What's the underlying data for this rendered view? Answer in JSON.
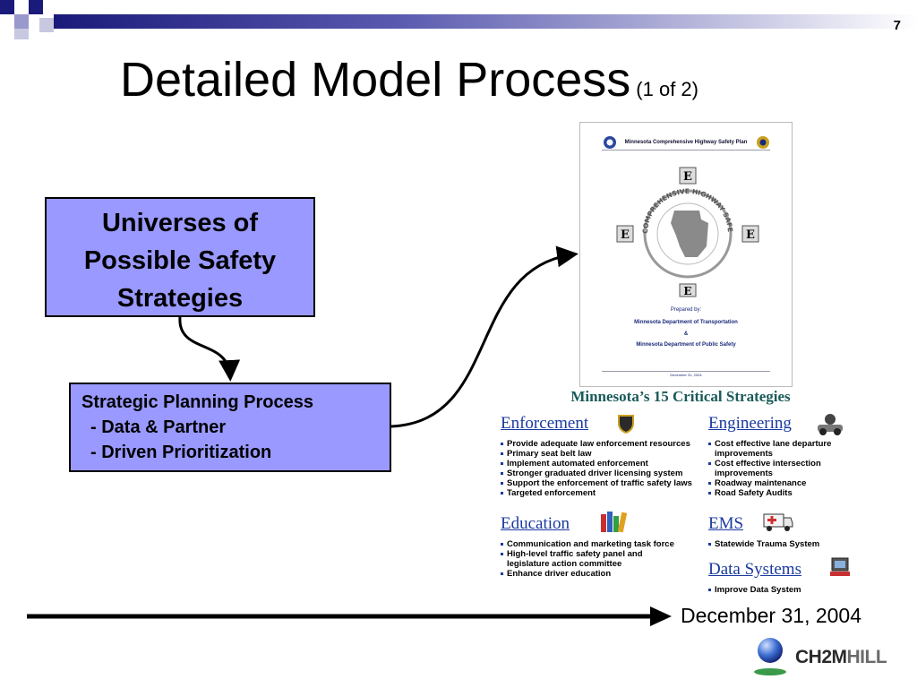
{
  "slide": {
    "page_number": "7",
    "title": "Detailed Model Process",
    "title_suffix": "(1 of 2)"
  },
  "boxes": {
    "universes": {
      "line1": "Universes of",
      "line2": "Possible Safety",
      "line3": "Strategies"
    },
    "planning": {
      "line1": "Strategic Planning Process",
      "line2": "- Data & Partner",
      "line3": "- Driven Prioritization"
    }
  },
  "cover": {
    "header": "Minnesota Comprehensive Highway Safety Plan",
    "seal_text": "COMPREHENSIVE HIGHWAY SAFETY PLAN",
    "e_letter": "E",
    "prepared_by": "Prepared by:",
    "org1": "Minnesota Department of Transportation",
    "amp": "&",
    "org2": "Minnesota Department of Public Safety",
    "date": "December 31, 2004"
  },
  "strategies": {
    "title": "Minnesota’s 15 Critical Strategies",
    "enforcement": {
      "heading": "Enforcement",
      "items": [
        "Provide adequate law enforcement resources",
        "Primary seat belt law",
        "Implement automated enforcement",
        "Stronger graduated driver licensing system",
        "Support the enforcement of traffic safety laws",
        "Targeted enforcement"
      ]
    },
    "engineering": {
      "heading": "Engineering",
      "items": [
        "Cost effective lane departure improvements",
        "Cost effective intersection improvements",
        "Roadway maintenance",
        "Road Safety Audits"
      ]
    },
    "education": {
      "heading": "Education",
      "items": [
        "Communication and marketing task force",
        "High-level traffic safety panel and legislature action committee",
        "Enhance driver education"
      ]
    },
    "ems": {
      "heading": "EMS",
      "items": [
        "Statewide Trauma System"
      ]
    },
    "data_systems": {
      "heading": "Data Systems",
      "items": [
        "Improve Data System"
      ]
    }
  },
  "timeline": {
    "date": "December 31, 2004"
  },
  "logo": {
    "bold": "CH2M",
    "light": "HILL"
  },
  "colors": {
    "box_fill": "#9999ff",
    "header_bar": "#1a1a7a",
    "strategy_heading": "#1a3aa0"
  }
}
